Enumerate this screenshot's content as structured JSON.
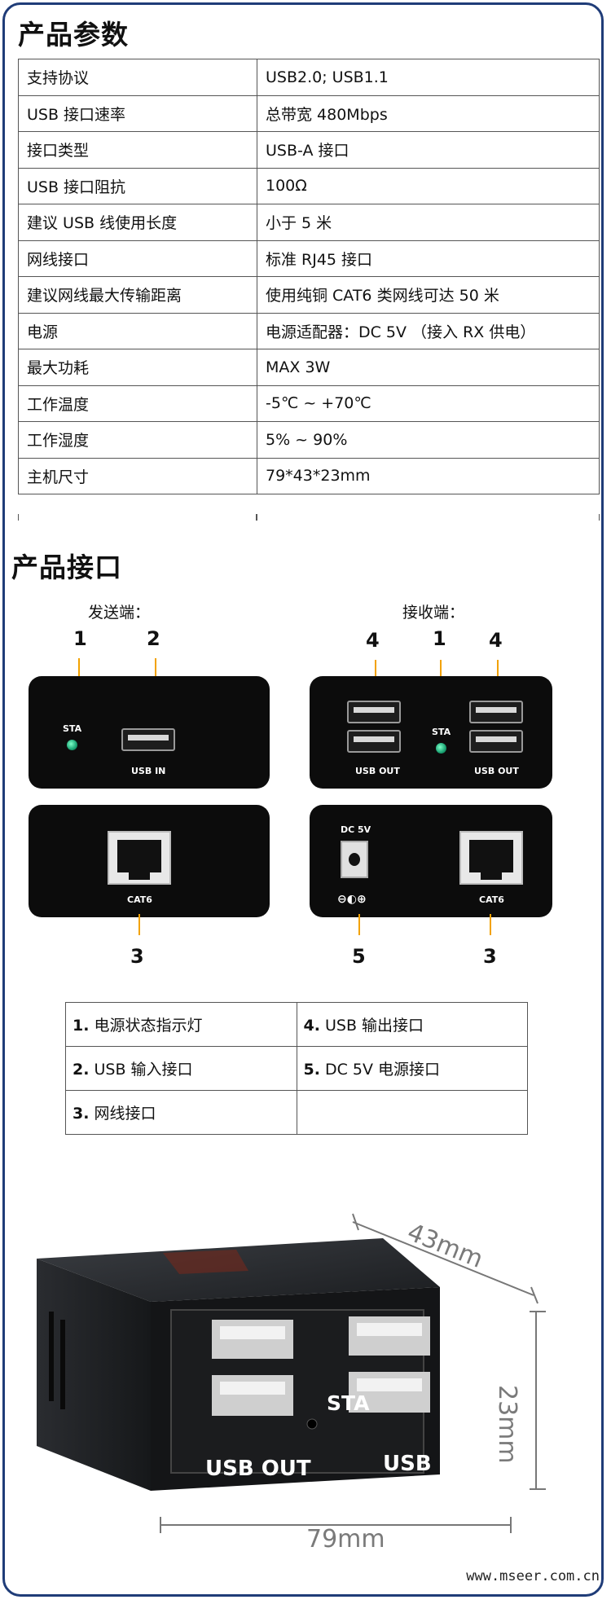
{
  "spec": {
    "title": "产品参数",
    "rows": [
      {
        "k": "支持协议",
        "v": "USB2.0; USB1.1"
      },
      {
        "k": "USB 接口速率",
        "v": "总带宽 480Mbps"
      },
      {
        "k": "接口类型",
        "v": "USB-A  接口"
      },
      {
        "k": "USB 接口阻抗",
        "v": "100Ω"
      },
      {
        "k": "建议 USB 线使用长度",
        "v": "小于 5 米"
      },
      {
        "k": "网线接口",
        "v": "标准 RJ45 接口"
      },
      {
        "k": "建议网线最大传输距离",
        "v": "使用纯铜 CAT6 类网线可达 50 米"
      },
      {
        "k": "电源",
        "v": "电源适配器：DC 5V  （接入 RX  供电）"
      },
      {
        "k": "最大功耗",
        "v": "MAX 3W"
      },
      {
        "k": "工作温度",
        "v": "-5℃  ~ +70℃"
      },
      {
        "k": "工作湿度",
        "v": "5% ~ 90%"
      },
      {
        "k": "主机尺寸",
        "v": "79*43*23mm"
      }
    ]
  },
  "ports": {
    "title": "产品接口",
    "tx_label": "发送端：",
    "rx_label": "接收端：",
    "n1": "1",
    "n2": "2",
    "n3": "3",
    "n4": "4",
    "n5": "5",
    "sta": "STA",
    "usb_in": "USB IN",
    "usb_out": "USB OUT",
    "cat6": "CAT6",
    "dc5v": "DC 5V",
    "polarity": "⊖◐⊕"
  },
  "legend": {
    "r1c1n": "1.",
    "r1c1": " 电源状态指示灯",
    "r1c2n": "4.",
    "r1c2": " USB 输出接口",
    "r2c1n": "2.",
    "r2c1": " USB 输入接口",
    "r2c2n": "5.",
    "r2c2": " DC 5V 电源接口",
    "r3c1n": "3.",
    "r3c1": " 网线接口"
  },
  "photo": {
    "w": "79mm",
    "d": "43mm",
    "h": "23mm",
    "sta": "STA",
    "usb_out": "USB OUT"
  },
  "footer": {
    "url": "www.mseer.com.cn"
  }
}
